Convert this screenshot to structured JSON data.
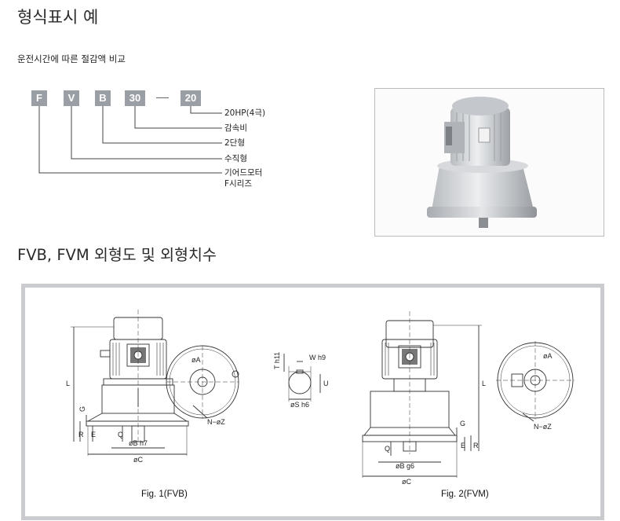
{
  "page_title": "형식표시 예",
  "subtitle": "운전시간에 따른 절감액 비교",
  "model_code": {
    "boxes": [
      "F",
      "V",
      "B",
      "30",
      "20"
    ],
    "labels": [
      "20HP(4극)",
      "감속비",
      "2단형",
      "수직형",
      "기어드모터",
      "F시리즈"
    ]
  },
  "section_title": "FVB, FVM 외형도 및 외형치수",
  "figure1": {
    "caption": "Fig. 1(FVB)",
    "dims": {
      "L": "L",
      "G": "G",
      "R": "R",
      "E": "E",
      "Q": "Q",
      "B": "øB h7",
      "C": "øC",
      "A": "øA",
      "NZ": "N−øZ"
    }
  },
  "shaft": {
    "dims": {
      "W": "W  h9",
      "T": "T  h11",
      "U": "U",
      "S": "øS h6"
    }
  },
  "figure2": {
    "caption": "Fig. 2(FVM)",
    "dims": {
      "L": "L",
      "G": "G",
      "E": "E",
      "R": "R",
      "Q": "Q",
      "B": "øB  g6",
      "C": "øC",
      "A": "øA",
      "NZ": "N−øZ"
    }
  }
}
